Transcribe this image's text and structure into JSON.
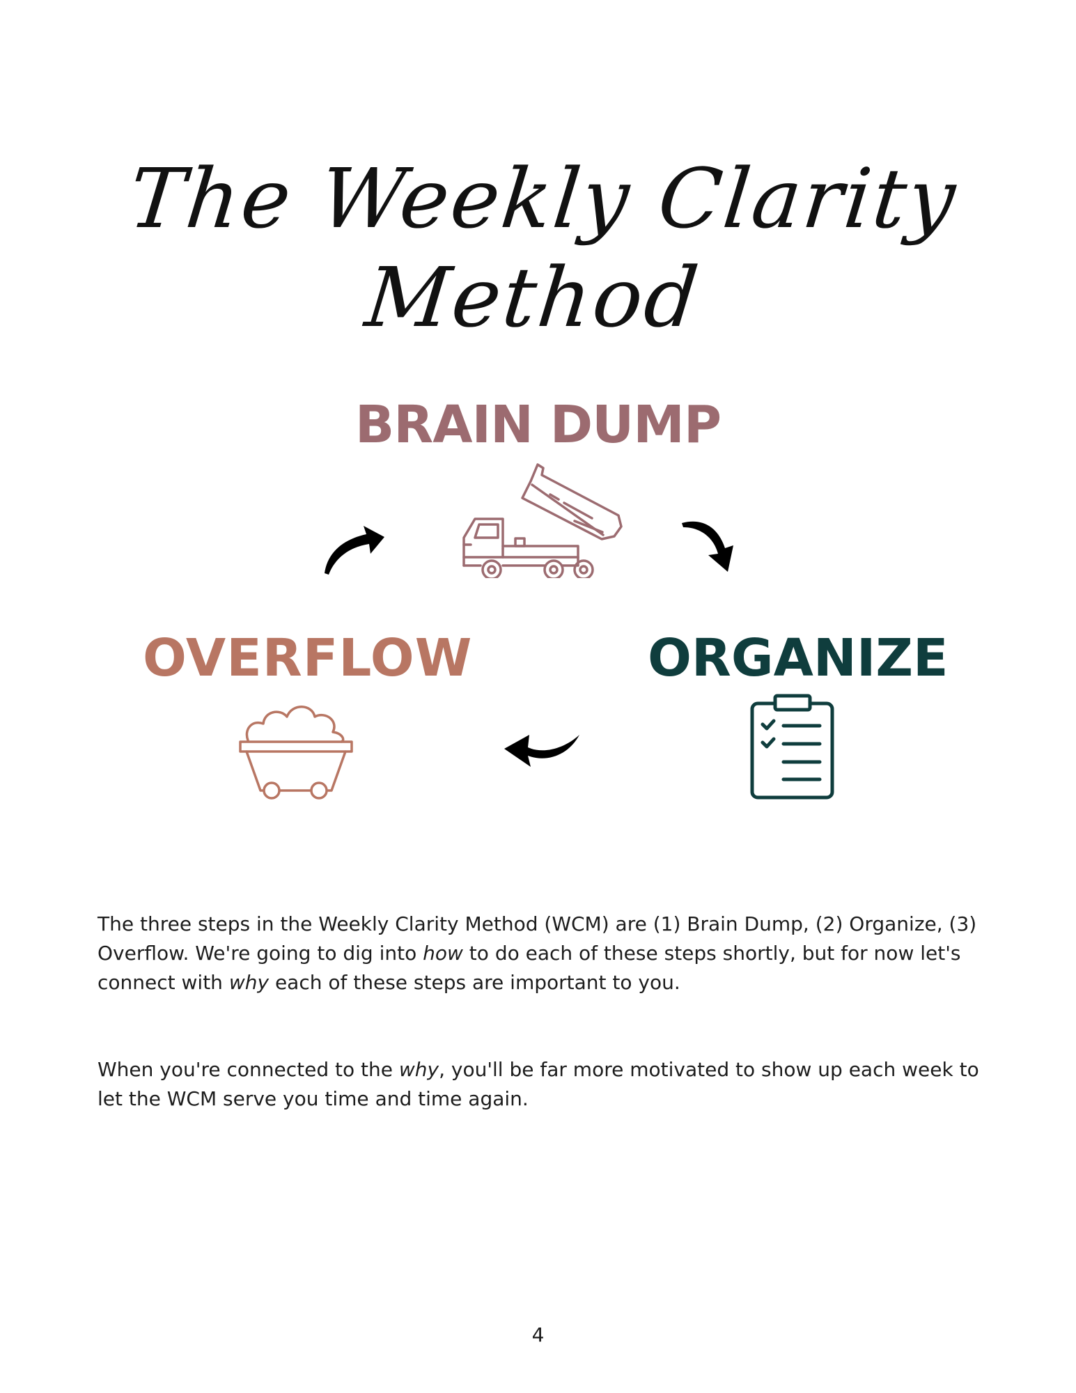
{
  "title": "The Weekly Clarity Method",
  "colors": {
    "brain_dump": "#9c6b70",
    "overflow": "#b87663",
    "organize": "#0f3d3d",
    "arrow": "#000000"
  },
  "steps": {
    "brain_dump": {
      "label": "BRAIN DUMP",
      "icon": "dump-truck-icon"
    },
    "organize": {
      "label": "ORGANIZE",
      "icon": "clipboard-checklist-icon"
    },
    "overflow": {
      "label": "OVERFLOW",
      "icon": "overflow-cart-icon"
    }
  },
  "paragraph_1": {
    "part_1": "The three steps in the Weekly Clarity Method (WCM) are (1) Brain Dump, (2) Organize, (3) Overflow. We're going to dig into ",
    "em_1": "how",
    "part_2": " to do each of these steps shortly, but for now let's connect with ",
    "em_2": "why",
    "part_3": " each of these steps are important to you."
  },
  "paragraph_2": {
    "part_1": "When you're connected to the ",
    "em_1": "why",
    "part_2": ", you'll be far more motivated to show up each week to let the WCM serve you time and time again."
  },
  "page_number": "4"
}
